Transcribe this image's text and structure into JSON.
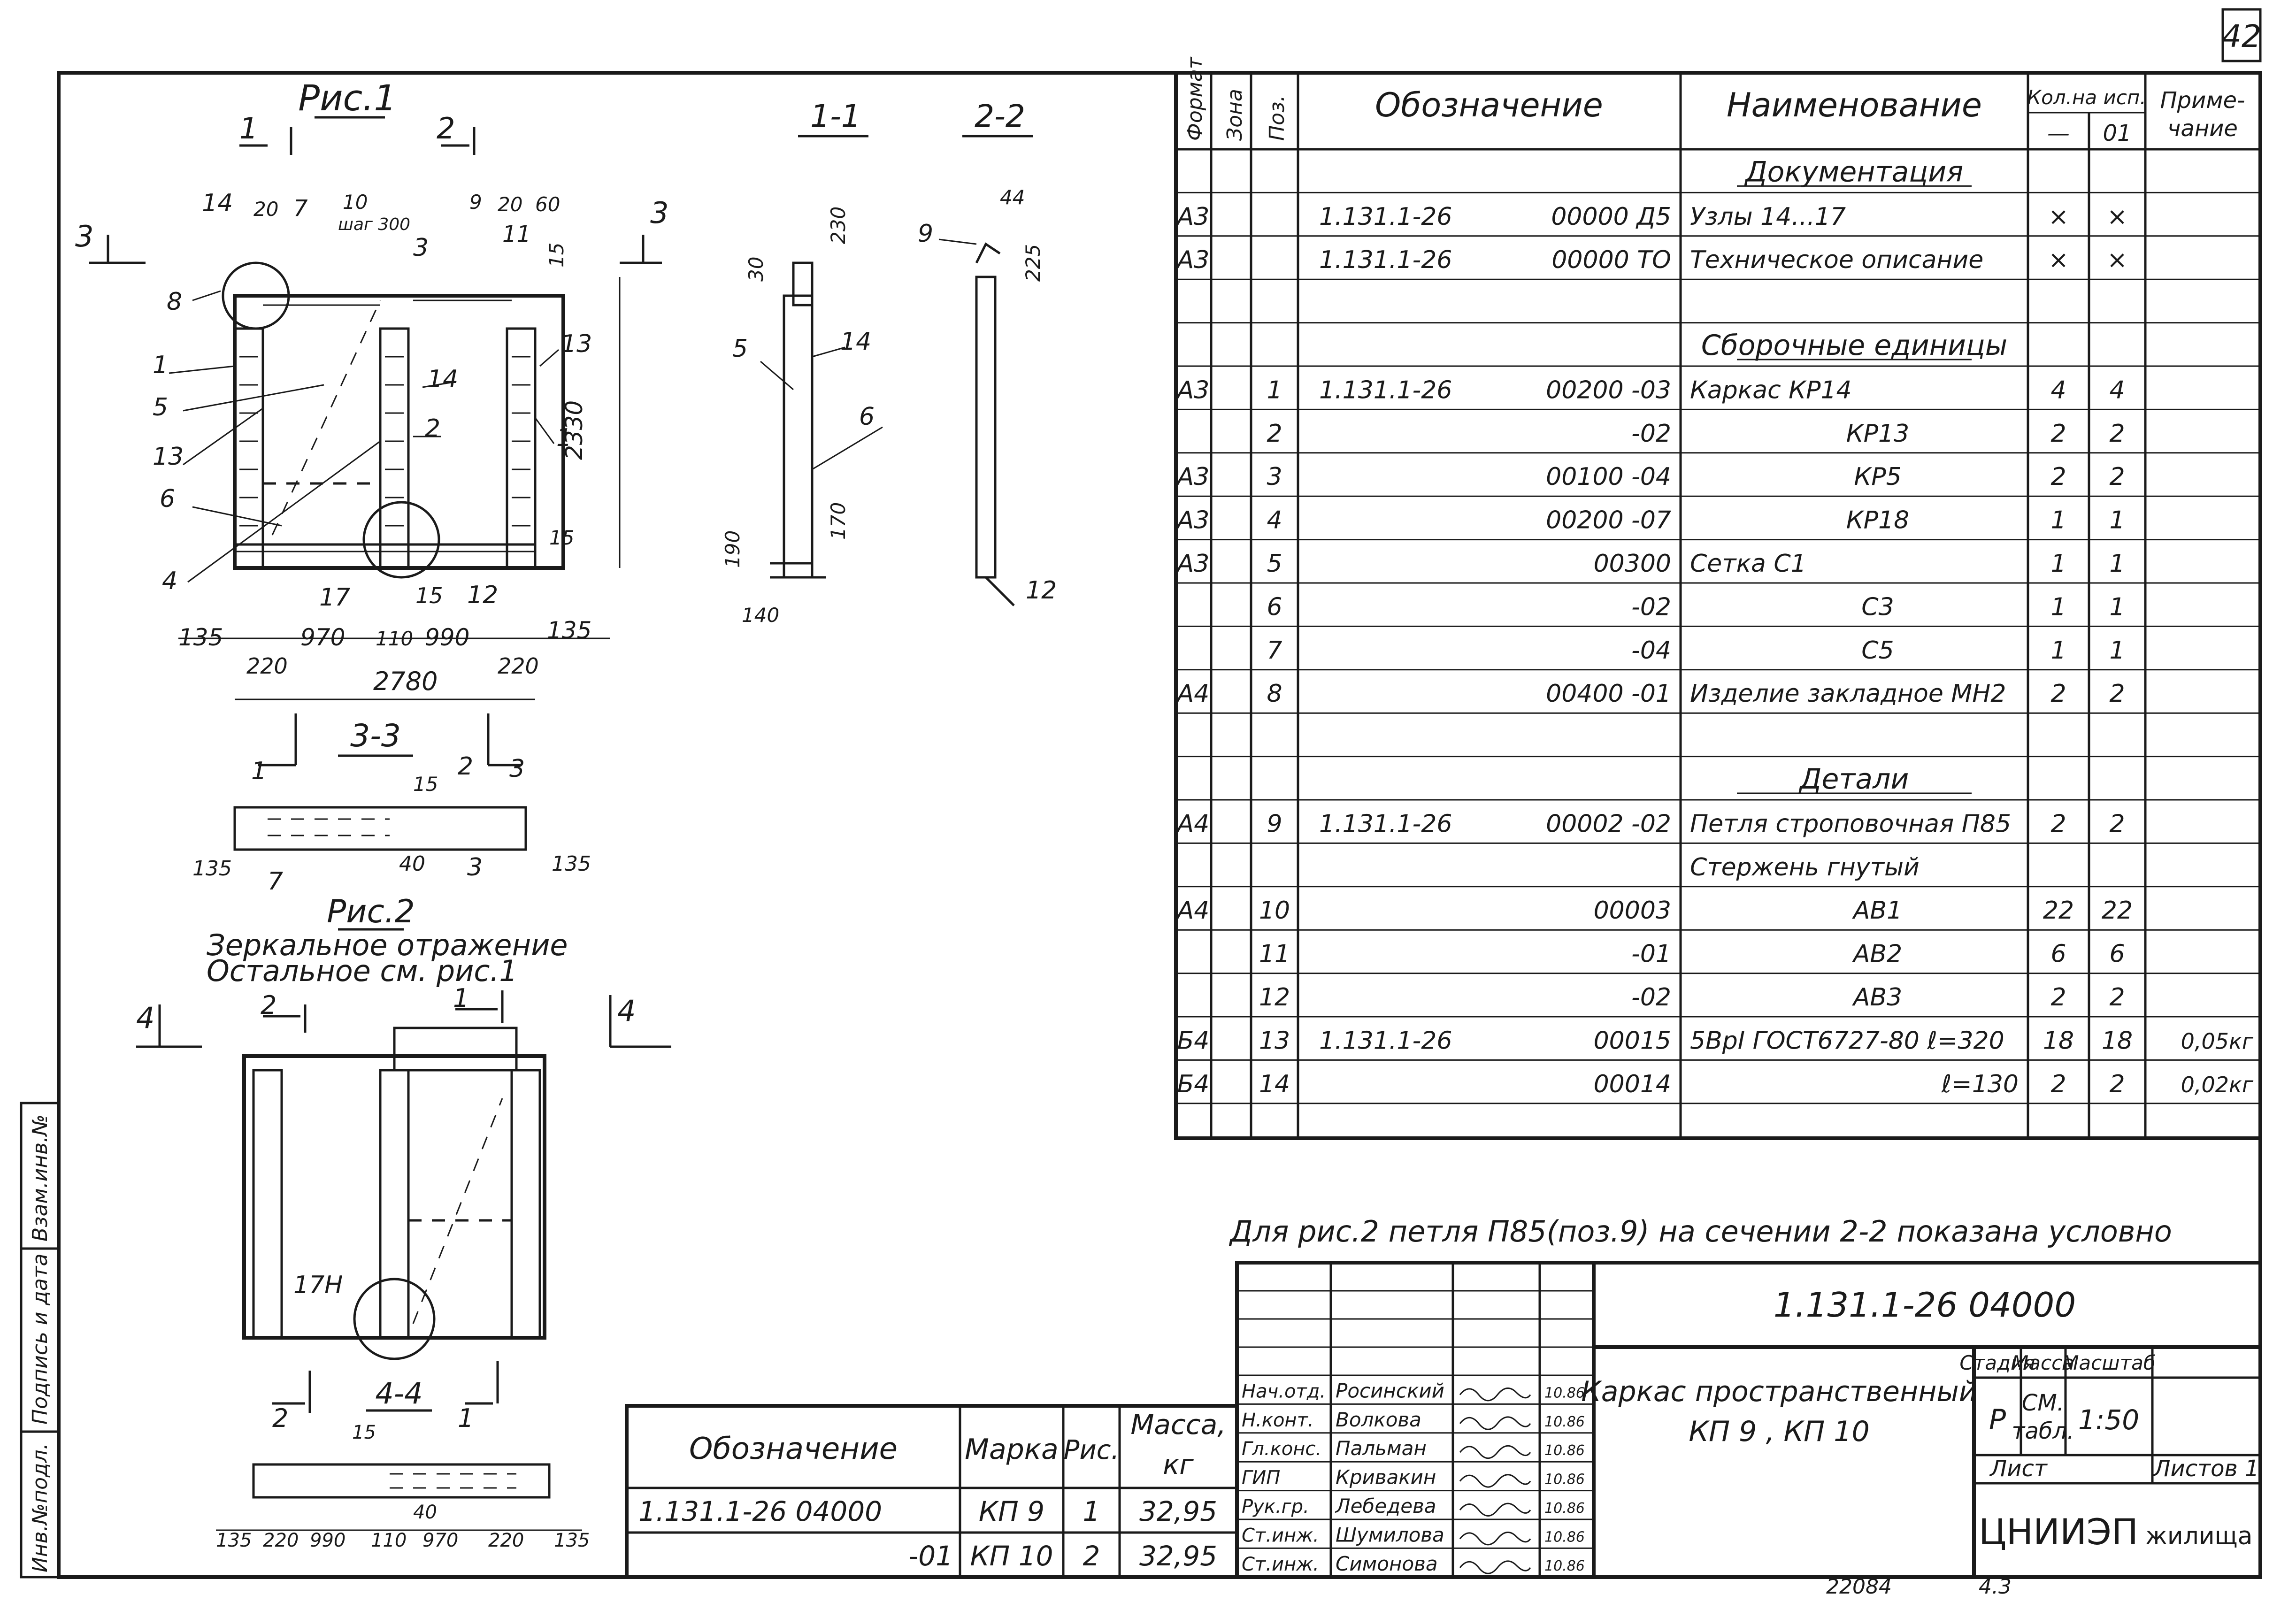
{
  "sheet": {
    "page_number": "42",
    "designation": "1.131.1-26  04000",
    "title_line1": "Каркас пространственный",
    "title_line2": "КП 9 , КП 10",
    "stage_header": "Стадия",
    "mass_header": "Масса",
    "scale_header": "Масштаб",
    "stage": "Р",
    "mass_line1": "СМ.",
    "mass_line2": "табл.",
    "scale": "1:50",
    "sheet_label": "Лист",
    "sheets_label": "Листов 1",
    "org_main": "ЦНИИЭП",
    "org_sub": "жилища",
    "bottom_code": "22084",
    "bottom_format": "4.3"
  },
  "side_stamp": {
    "inv_orig": "Инв.№подл.",
    "sign_date": "Подпись и дата",
    "replace_inv": "Взам.инв.№"
  },
  "signatures": [
    {
      "role": "Нач.отд.",
      "name": "Росинский",
      "date": "10.86"
    },
    {
      "role": "Н.конт.",
      "name": "Волкова",
      "date": "10.86"
    },
    {
      "role": "Гл.конс.",
      "name": "Пальман",
      "date": "10.86"
    },
    {
      "role": "ГИП",
      "name": "Кривакин",
      "date": "10.86"
    },
    {
      "role": "Рук.гр.",
      "name": "Лебедева",
      "date": "10.86"
    },
    {
      "role": "Ст.инж.",
      "name": "Шумилова",
      "date": "10.86"
    },
    {
      "role": "Ст.инж.",
      "name": "Симонова",
      "date": "10.86"
    }
  ],
  "mark_table": {
    "headers": {
      "designation": "Обозначение",
      "mark": "Марка",
      "fig": "Рис.",
      "mass": "Масса,",
      "mass_unit": "кг"
    },
    "rows": [
      {
        "designation": "1.131.1-26  04000",
        "mark": "КП 9",
        "fig": "1",
        "mass": "32,95"
      },
      {
        "designation": "-01",
        "mark": "КП 10",
        "fig": "2",
        "mass": "32,95"
      }
    ]
  },
  "note": "Для рис.2 петля П85(поз.9) на сечении 2-2 показана условно",
  "spec": {
    "headers": {
      "format": "Формат",
      "zone": "Зона",
      "pos": "Поз.",
      "designation": "Обозначение",
      "name": "Наименование",
      "qty": "Кол.на исп.",
      "qty_a": "—",
      "qty_b": "01",
      "note1": "Приме-",
      "note2": "чание"
    },
    "rows": [
      {
        "section": "Документация"
      },
      {
        "format": "А3",
        "pos": "",
        "doc": "1.131.1-26",
        "code": "00000 Д5",
        "name": "Узлы 14...17",
        "q1": "×",
        "q2": "×",
        "note": ""
      },
      {
        "format": "А3",
        "pos": "",
        "doc": "1.131.1-26",
        "code": "00000 ТО",
        "name": "Техническое описание",
        "q1": "×",
        "q2": "×",
        "note": ""
      },
      {
        "blank": true
      },
      {
        "section": "Сборочные единицы"
      },
      {
        "format": "А3",
        "pos": "1",
        "doc": "1.131.1-26",
        "code": "00200  -03",
        "name": "Каркас      КР14",
        "q1": "4",
        "q2": "4",
        "note": ""
      },
      {
        "format": "",
        "pos": "2",
        "doc": "",
        "code": "-02",
        "name": "КР13",
        "q1": "2",
        "q2": "2",
        "note": ""
      },
      {
        "format": "А3",
        "pos": "3",
        "doc": "",
        "code": "00100  -04",
        "name": "КР5",
        "q1": "2",
        "q2": "2",
        "note": ""
      },
      {
        "format": "А3",
        "pos": "4",
        "doc": "",
        "code": "00200  -07",
        "name": "КР18",
        "q1": "1",
        "q2": "1",
        "note": ""
      },
      {
        "format": "А3",
        "pos": "5",
        "doc": "",
        "code": "00300",
        "name": "Сетка        С1",
        "q1": "1",
        "q2": "1",
        "note": ""
      },
      {
        "format": "",
        "pos": "6",
        "doc": "",
        "code": "-02",
        "name": "С3",
        "q1": "1",
        "q2": "1",
        "note": ""
      },
      {
        "format": "",
        "pos": "7",
        "doc": "",
        "code": "-04",
        "name": "С5",
        "q1": "1",
        "q2": "1",
        "note": ""
      },
      {
        "format": "А4",
        "pos": "8",
        "doc": "",
        "code": "00400  -01",
        "name": "Изделие закладное МН2",
        "q1": "2",
        "q2": "2",
        "note": ""
      },
      {
        "blank": true
      },
      {
        "section": "Детали"
      },
      {
        "format": "А4",
        "pos": "9",
        "doc": "1.131.1-26",
        "code": "00002  -02",
        "name": "Петля строповочная П85",
        "q1": "2",
        "q2": "2",
        "note": ""
      },
      {
        "format": "",
        "pos": "",
        "doc": "",
        "code": "",
        "name": "Стержень гнутый",
        "q1": "",
        "q2": "",
        "note": ""
      },
      {
        "format": "А4",
        "pos": "10",
        "doc": "",
        "code": "00003",
        "name": "АВ1",
        "q1": "22",
        "q2": "22",
        "note": ""
      },
      {
        "format": "",
        "pos": "11",
        "doc": "",
        "code": "-01",
        "name": "АВ2",
        "q1": "6",
        "q2": "6",
        "note": ""
      },
      {
        "format": "",
        "pos": "12",
        "doc": "",
        "code": "-02",
        "name": "АВ3",
        "q1": "2",
        "q2": "2",
        "note": ""
      },
      {
        "format": "Б4",
        "pos": "13",
        "doc": "1.131.1-26",
        "code": "00015",
        "name": "5ВрI ГОСТ6727-80 ℓ=320",
        "q1": "18",
        "q2": "18",
        "note": "0,05кг"
      },
      {
        "format": "Б4",
        "pos": "14",
        "doc": "",
        "code": "00014",
        "name": "ℓ=130",
        "q1": "2",
        "q2": "2",
        "note": "0,02кг"
      }
    ]
  },
  "fig1": {
    "title": "Рис.1",
    "pitch": "шаг 300",
    "dims_bottom": [
      "135",
      "970",
      "110",
      "990",
      "135"
    ],
    "dims_bottom2": [
      "220",
      "2780",
      "220"
    ],
    "dim_height": "2330",
    "dim_top": [
      "20",
      "7",
      "10",
      "9",
      "20",
      "60"
    ],
    "dim_15": "15",
    "leaders": [
      "14",
      "8",
      "1",
      "5",
      "13",
      "6",
      "4",
      "17",
      "15",
      "12",
      "2",
      "14",
      "13",
      "1",
      "11",
      "3",
      "15"
    ],
    "cut_labels": [
      "1",
      "2",
      "3",
      "3"
    ]
  },
  "sec11": {
    "title": "1-1",
    "dims": [
      "30",
      "230",
      "170",
      "190",
      "140"
    ],
    "leaders": [
      "5",
      "14",
      "6"
    ]
  },
  "sec22": {
    "title": "2-2",
    "dims": [
      "44",
      "225"
    ],
    "leaders": [
      "9",
      "12"
    ]
  },
  "sec33": {
    "title": "3-3",
    "dims": [
      "135",
      "40",
      "135",
      "15"
    ],
    "leaders": [
      "7",
      "3",
      "3",
      "2",
      "1"
    ]
  },
  "fig2": {
    "title": "Рис.2",
    "subtitle1": "Зеркальное отражение",
    "subtitle2": "Остальное см. рис.1",
    "node": "17Н",
    "cut_labels": [
      "4",
      "4",
      "2",
      "1",
      "2",
      "1"
    ]
  },
  "sec44": {
    "title": "4-4",
    "dims": [
      "135",
      "220",
      "990",
      "110",
      "970",
      "220",
      "135",
      "40",
      "15"
    ]
  }
}
